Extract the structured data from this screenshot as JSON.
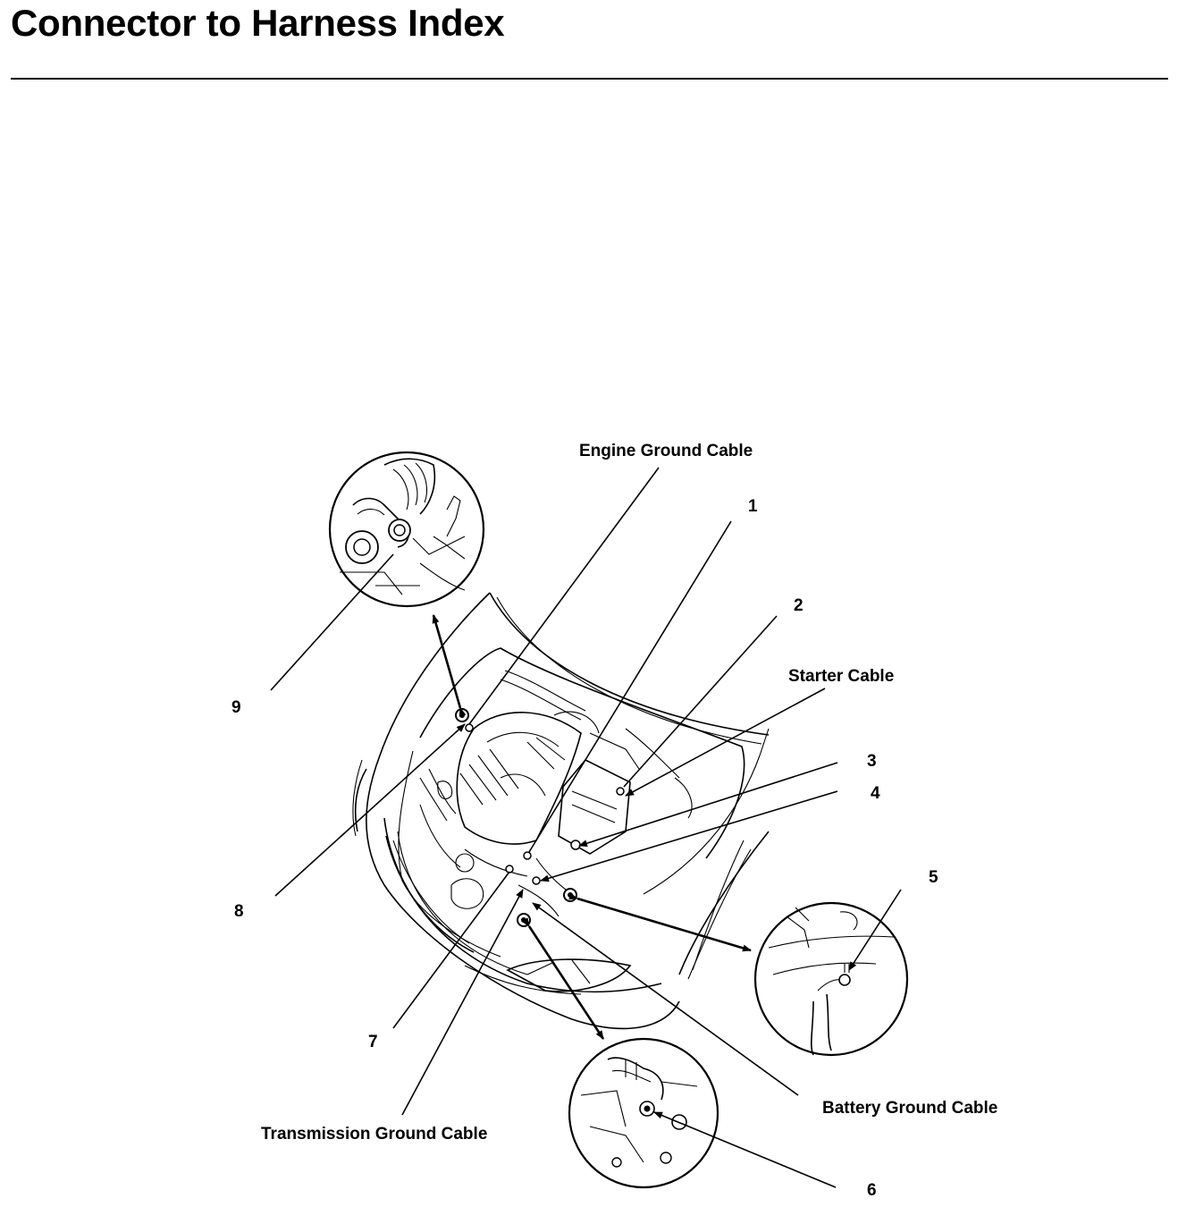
{
  "page": {
    "title": "Connector to Harness Index"
  },
  "diagram": {
    "labels": {
      "engine_ground_cable": "Engine Ground Cable",
      "starter_cable": "Starter Cable",
      "battery_ground_cable": "Battery Ground Cable",
      "transmission_ground_cable": "Transmission Ground Cable"
    },
    "callouts": {
      "n1": "1",
      "n2": "2",
      "n3": "3",
      "n4": "4",
      "n5": "5",
      "n6": "6",
      "n7": "7",
      "n8": "8",
      "n9": "9"
    }
  }
}
